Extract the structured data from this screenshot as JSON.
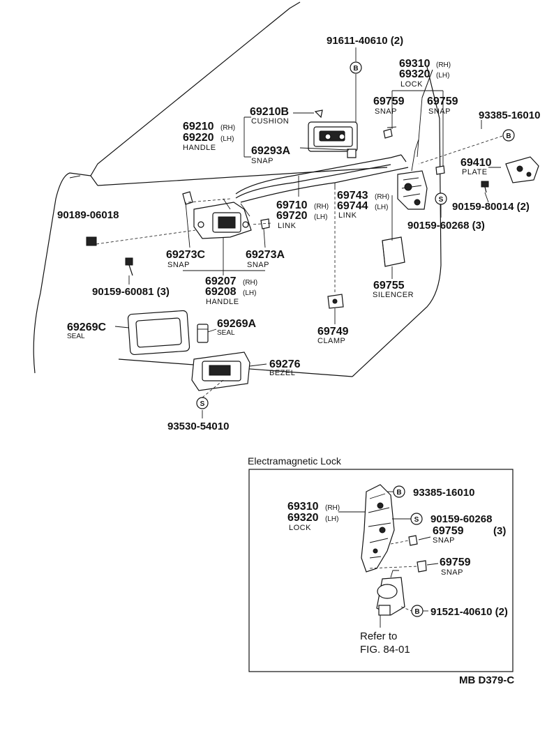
{
  "upper": {
    "p91611": "91611-40610 (2)",
    "p69310": "69310",
    "p69320": "69320",
    "rh": "(RH)",
    "lh": "(LH)",
    "lock": "LOCK",
    "p69759a": "69759",
    "p69759b": "69759",
    "snap": "SNAP",
    "p93385": "93385-16010",
    "p69210B": "69210B",
    "cushion": "CUSHION",
    "p69210": "69210",
    "p69220": "69220",
    "handle": "HANDLE",
    "p69293A": "69293A",
    "p69410": "69410",
    "plate": "PLATE",
    "p90159_80014": "90159-80014 (2)",
    "p90189": "90189-06018",
    "p69710": "69710",
    "p69720": "69720",
    "p69743": "69743",
    "p69744": "69744",
    "link": "LINK",
    "p90159_60268": "90159-60268 (3)",
    "p69273C": "69273C",
    "p69273A": "69273A",
    "p90159_60081": "90159-60081 (3)",
    "p69207": "69207",
    "p69208": "69208",
    "p69755": "69755",
    "silencer": "SILENCER",
    "p69269C": "69269C",
    "seal": "SEAL",
    "p69269A": "69269A",
    "p69749": "69749",
    "clamp": "CLAMP",
    "p69276": "69276",
    "bezel": "BEZEL",
    "p93530": "93530-54010"
  },
  "inset": {
    "title": "Electramagnetic Lock",
    "p93385": "93385-16010",
    "p69310": "69310",
    "p69320": "69320",
    "lock": "LOCK",
    "p90159": "90159-60268",
    "p69759a": "69759",
    "qty3": "(3)",
    "p69759b": "69759",
    "snap": "SNAP",
    "p91521": "91521-40610 (2)",
    "refer1": "Refer to",
    "refer2": "FIG. 84-01"
  },
  "markers": {
    "b": "B",
    "s": "S"
  },
  "figure_code": "MB D379-C"
}
